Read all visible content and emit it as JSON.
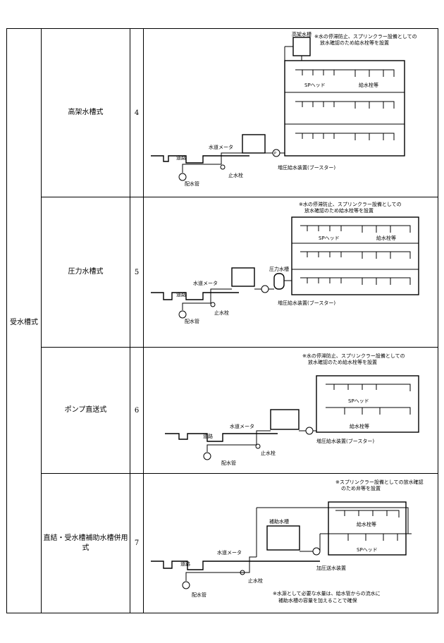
{
  "table": {
    "group_label": "受水槽式",
    "rows": [
      {
        "name": "高架水槽式",
        "number": "4",
        "note_lines": [
          "※水の停滞防止、スプリンクラー設備としての",
          "放水確認のため給水栓等を設置"
        ],
        "tank_label": "高架水槽",
        "sp_head": "SPヘッド",
        "faucet": "給水栓等",
        "road": "道路",
        "meter": "水道メータ",
        "main_pipe": "配水管",
        "stop_valve": "止水栓",
        "pump": "増圧給水装置(ブースター)"
      },
      {
        "name": "圧力水槽式",
        "number": "5",
        "note_lines": [
          "※水の停滞防止、スプリンクラー設備としての",
          "放水確認のため給水栓等を設置"
        ],
        "tank_label": "圧力水槽",
        "sp_head": "SPヘッド",
        "faucet": "給水栓等",
        "road": "道路",
        "meter": "水道メータ",
        "main_pipe": "配水管",
        "stop_valve": "止水栓",
        "pump": "増圧給水装置(ブースター)"
      },
      {
        "name": "ポンプ直送式",
        "number": "6",
        "note_lines": [
          "※水の停滞防止、スプリンクラー設備としての",
          "放水確認のため給水栓等を設置"
        ],
        "sp_head": "SPヘッド",
        "faucet": "給水栓等",
        "road": "道路",
        "meter": "水道メータ",
        "main_pipe": "配水管",
        "stop_valve": "止水栓",
        "pump": "増圧給水装置(ブースター)"
      },
      {
        "name": "直結・受水槽補助水槽併用式",
        "number": "7",
        "note_lines": [
          "※スプリンクラー設備としての放水確認",
          "のため弁等を設置"
        ],
        "tank_label": "補助水槽",
        "sp_head": "SPヘッド",
        "faucet": "給水栓等",
        "road": "道路",
        "meter": "水道メータ",
        "main_pipe": "配水管",
        "stop_valve": "止水栓",
        "pump": "加圧送水装置",
        "bottom_note_lines": [
          "※水源として必要な水量は、給水管からの流水に",
          "補助水槽の容量を加えることで確保"
        ]
      }
    ]
  }
}
